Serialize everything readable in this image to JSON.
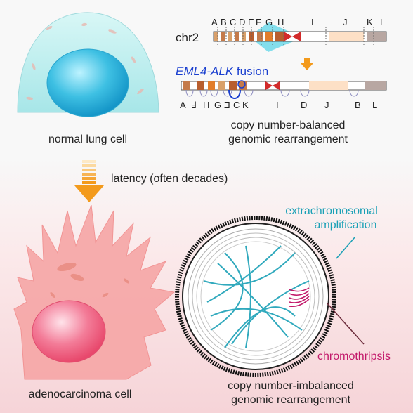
{
  "top": {
    "chromosome_label": "chr2",
    "segment_letters_top": [
      "A",
      "B",
      "C",
      "D",
      "E",
      "F",
      "G",
      "H",
      "I",
      "J",
      "K",
      "L"
    ],
    "segment_letters_bottom": [
      "A",
      "Ⅎ",
      "H",
      "G",
      "Ǝ",
      "C",
      "K",
      "I",
      "D",
      "J",
      "B",
      "L"
    ],
    "fusion_gene_label": "EML4-ALK",
    "fusion_suffix": " fusion",
    "normal_cell_label": "normal lung cell",
    "balanced_caption_line1": "copy number-balanced",
    "balanced_caption_line2": "genomic rearrangement"
  },
  "middle": {
    "latency_label": "latency (often decades)"
  },
  "bottom": {
    "extrachromosomal_line1": "extrachromosomal",
    "extrachromosomal_line2": "amplification",
    "chromothripsis_label": "chromothripsis",
    "adenocarcinoma_label": "adenocarcinoma cell",
    "imbalanced_caption_line1": "copy number-imbalanced",
    "imbalanced_caption_line2": "genomic rearrangement"
  },
  "colors": {
    "normal_cell": "#bfeff0",
    "normal_nucleus": "#2fb3d6",
    "cancer_cell": "#f6a6a6",
    "cancer_nucleus": "#f15a78",
    "arrow_orange": "#f39a1c",
    "fusion_blue": "#1a3fcf",
    "extrachromosomal_teal": "#1aa0b6",
    "chromothripsis_magenta": "#c2186a"
  }
}
